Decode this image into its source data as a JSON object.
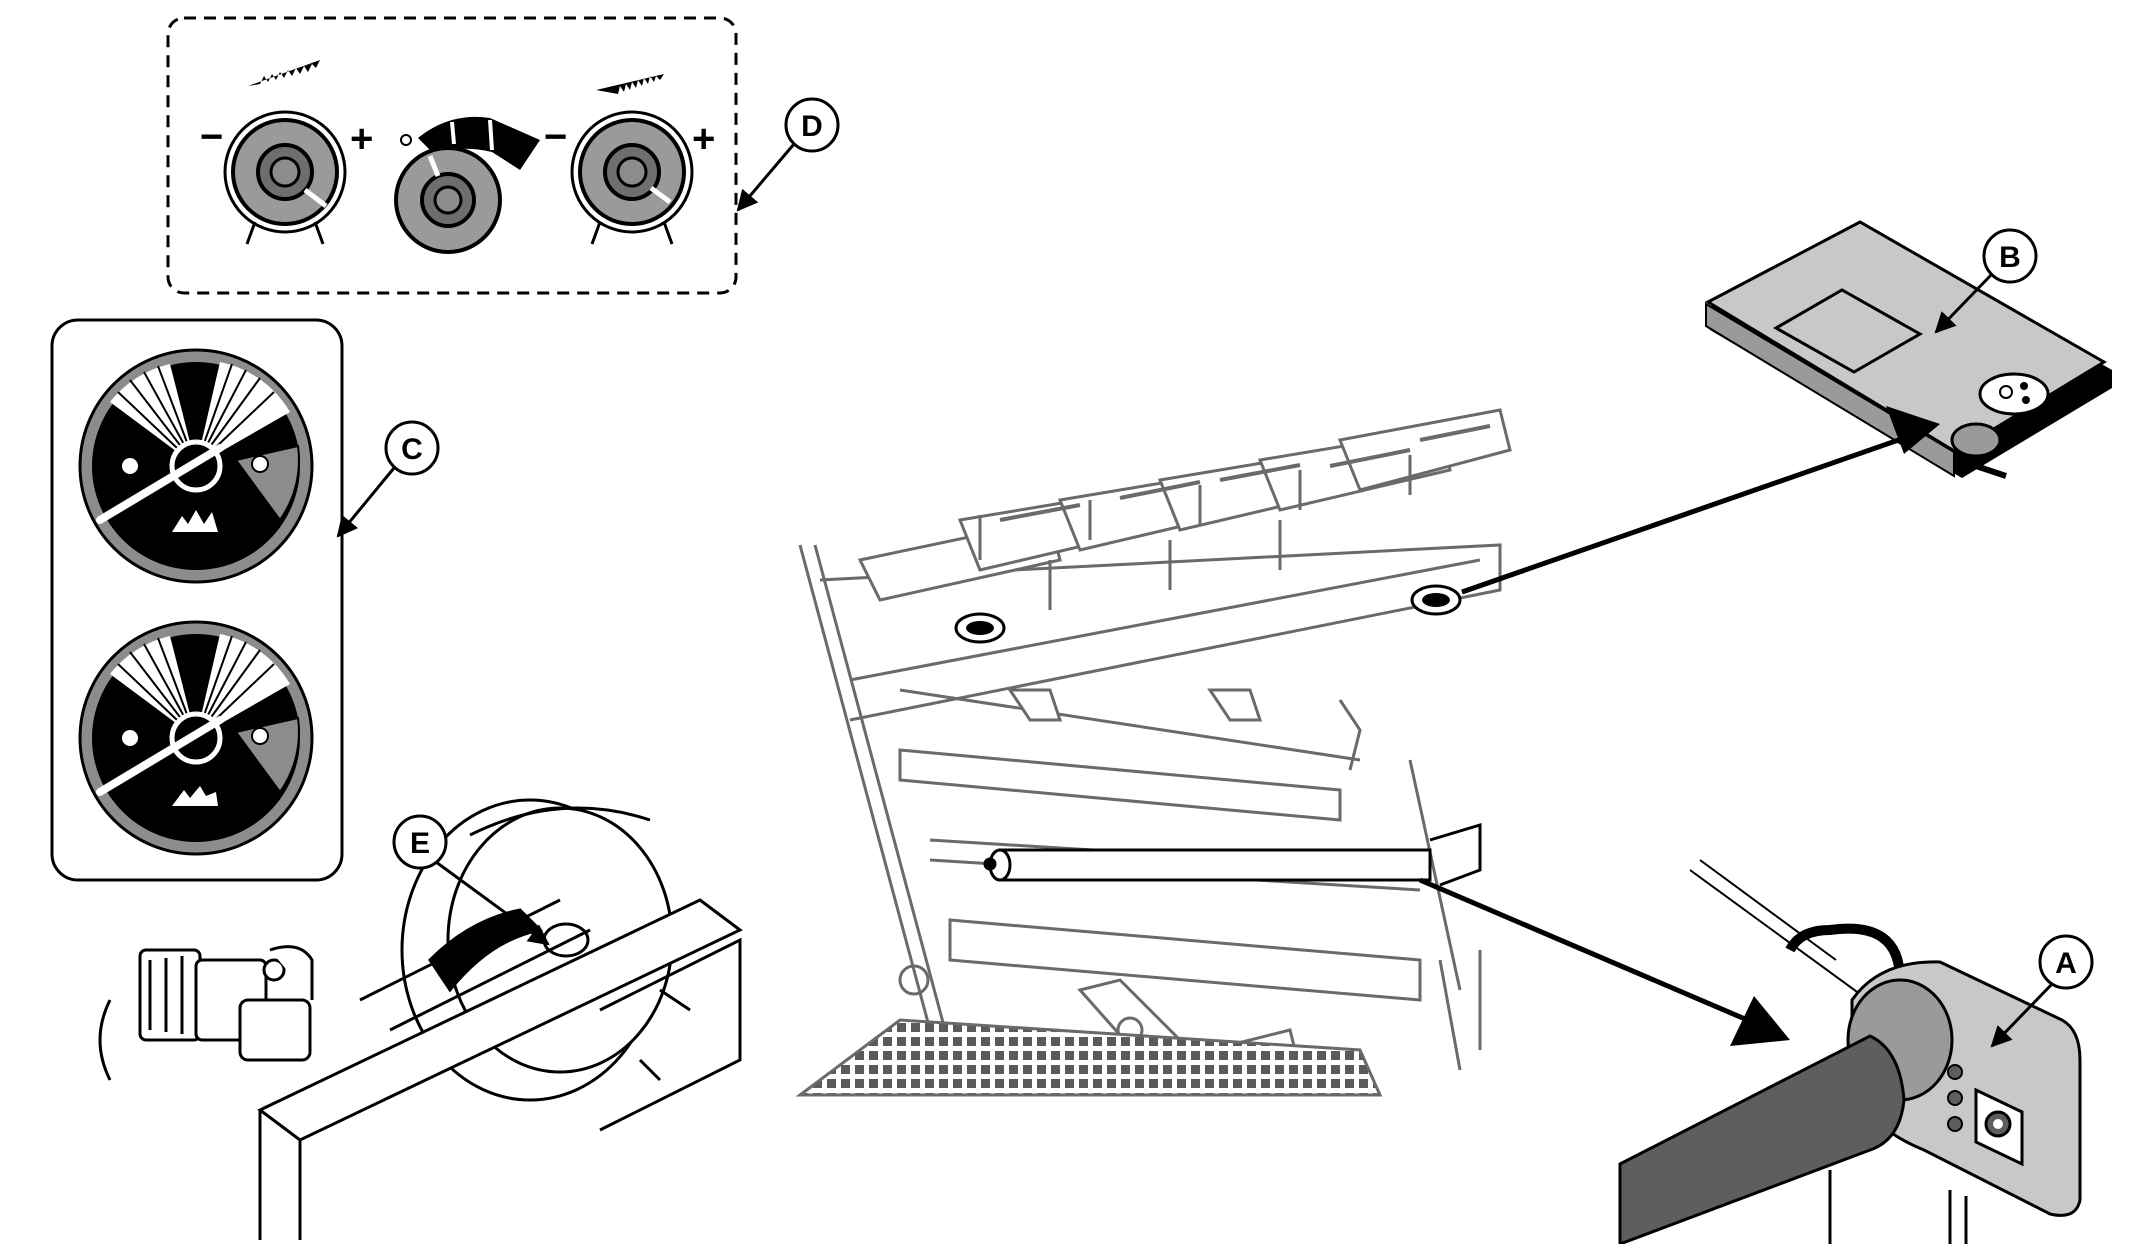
{
  "callouts": {
    "a": "A",
    "b": "B",
    "c": "C",
    "d": "D",
    "e": "E"
  },
  "knob_signs": {
    "left_minus": "−",
    "left_plus": "+",
    "right_minus": "−",
    "right_plus": "+"
  },
  "colors": {
    "line": "#000000",
    "panel_gray": "#c8c8c8",
    "knob_gray": "#8c8c8c",
    "dark_gray": "#5e5e5e",
    "machine_line": "#6a6a6a"
  }
}
